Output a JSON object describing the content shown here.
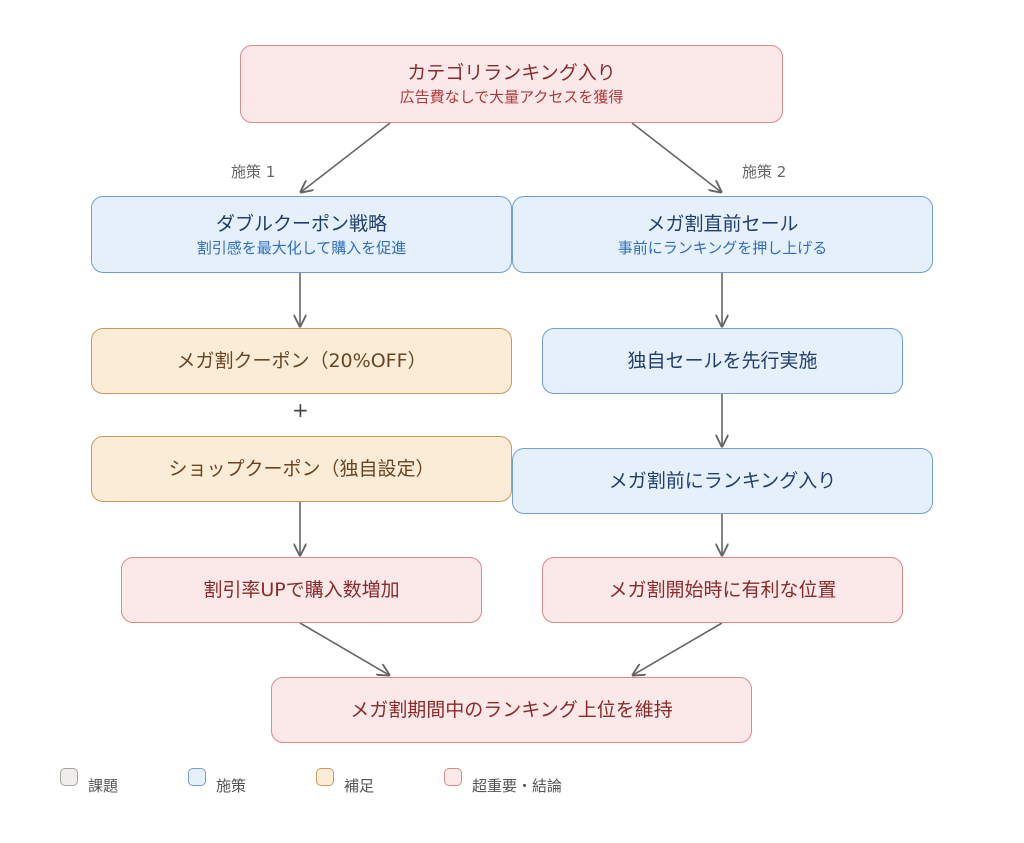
{
  "nodes": {
    "top": {
      "title": "カテゴリランキング入り",
      "subtitle": "広告費なしで大量アクセスを獲得"
    },
    "strategy1": {
      "title": "ダブルクーポン戦略",
      "subtitle": "割引感を最大化して購入を促進"
    },
    "strategy2": {
      "title": "メガ割直前セール",
      "subtitle": "事前にランキングを押し上げる"
    },
    "coupon1": {
      "title": "メガ割クーポン（20%OFF）"
    },
    "plus": "+",
    "coupon2": {
      "title": "ショップクーポン（独自設定）"
    },
    "result1": {
      "title": "割引率UPで購入数増加"
    },
    "sale": {
      "title": "独自セールを先行実施"
    },
    "ranking": {
      "title": "メガ割前にランキング入り"
    },
    "result2": {
      "title": "メガ割開始時に有利な位置"
    },
    "final": {
      "title": "メガ割期間中のランキング上位を維持"
    }
  },
  "edge_labels": {
    "left": "施策 1",
    "right": "施策 2"
  },
  "legend": [
    {
      "label": "課題",
      "fill": "#f0eeea",
      "border": "#a8a49c"
    },
    {
      "label": "施策",
      "fill": "#e6f0fb",
      "border": "#6f9fd6"
    },
    {
      "label": "補足",
      "fill": "#fbecd8",
      "border": "#c9995a"
    },
    {
      "label": "超重要・結論",
      "fill": "#fbe9e9",
      "border": "#d98a8a"
    }
  ]
}
